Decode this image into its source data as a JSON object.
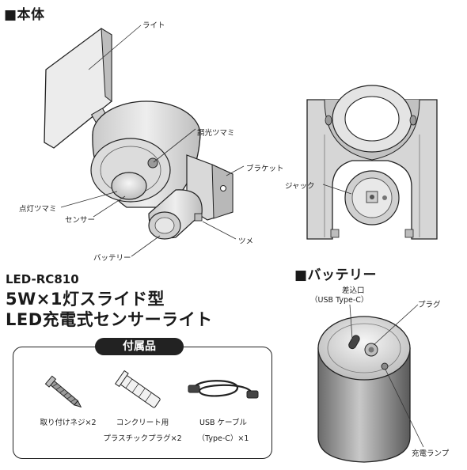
{
  "main_section": {
    "heading": "■本体"
  },
  "callouts": {
    "light": "ライト",
    "dimmer_knob": "調光ツマミ",
    "bracket": "ブラケット",
    "on_knob": "点灯ツマミ",
    "sensor": "センサー",
    "tab": "ツメ",
    "battery": "バッテリー",
    "jack": "ジャック"
  },
  "battery_section": {
    "heading": "■バッテリー",
    "port_label_line1": "差込口",
    "port_label_line2": "（USB Type-C）",
    "plug": "プラグ",
    "charge_lamp": "充電ランプ"
  },
  "product": {
    "model": "LED-RC810",
    "title_line1": "5W×1灯スライド型",
    "title_line2": "LED充電式センサーライト"
  },
  "accessories": {
    "heading": "付属品",
    "items": [
      {
        "line1": "取り付けネジ×2",
        "line2": ""
      },
      {
        "line1": "コンクリート用",
        "line2": "プラスチックプラグ×2"
      },
      {
        "line1": "USB ケーブル",
        "line2": "（Type-C）×1"
      }
    ]
  }
}
